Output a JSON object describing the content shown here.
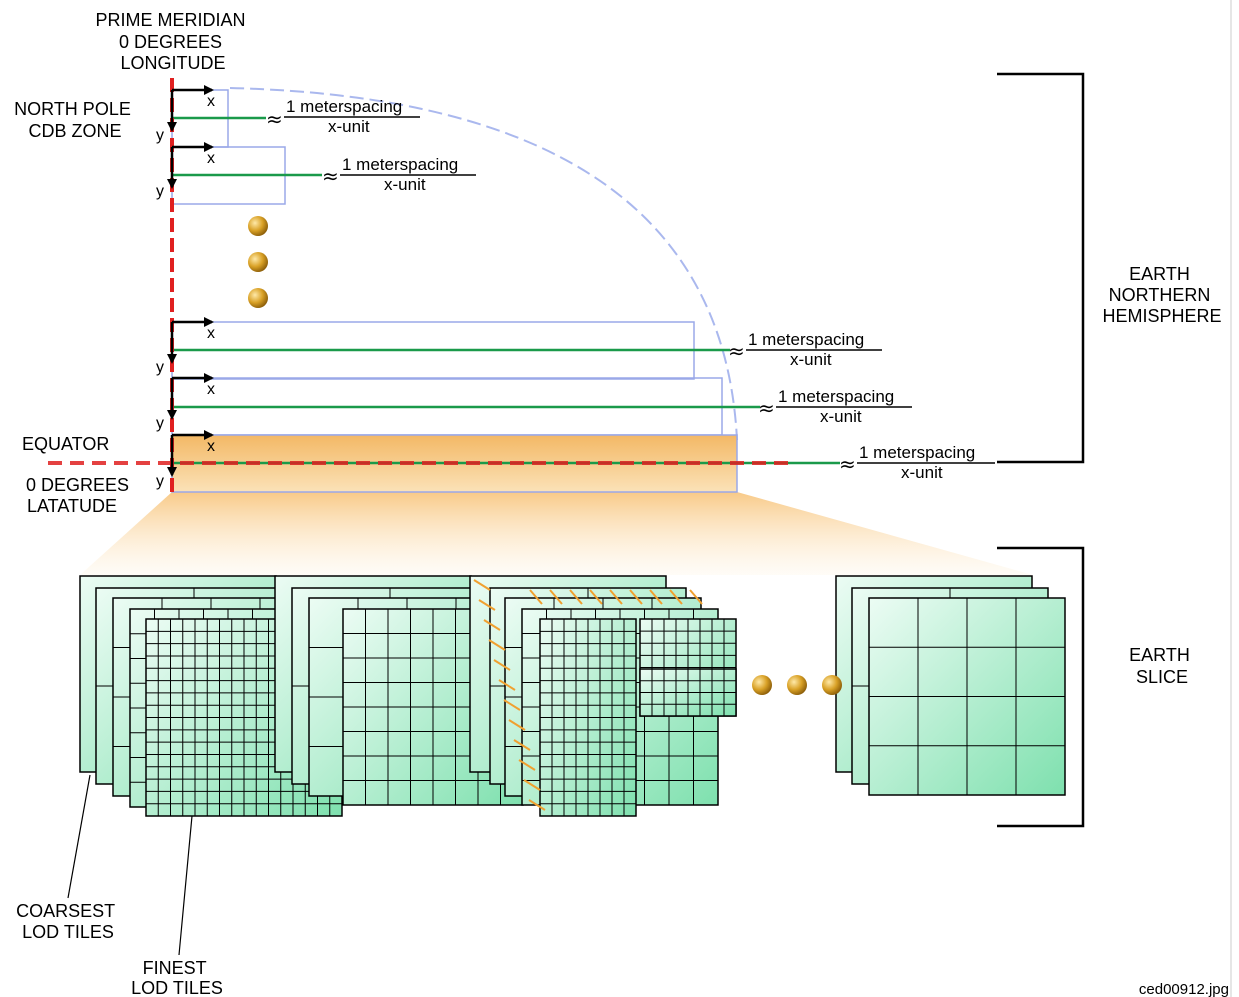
{
  "labels": {
    "prime_meridian": [
      "PRIME MERIDIAN",
      "0 DEGREES",
      "LONGITUDE"
    ],
    "north_pole": [
      "NORTH POLE",
      "CDB ZONE"
    ],
    "equator": "EQUATOR",
    "latitude": [
      "0 DEGREES",
      "LATATUDE"
    ],
    "hemisphere": [
      "EARTH",
      "NORTHERN",
      "HEMISPHERE"
    ],
    "slice": [
      "EARTH",
      "SLICE"
    ],
    "coarsest": [
      "COARSEST",
      "LOD TILES"
    ],
    "finest": [
      "FINEST",
      "LOD TILES"
    ],
    "filename": "ced00912.jpg"
  },
  "axes": {
    "x": "x",
    "y": "y"
  },
  "ratio": {
    "approx": "≈",
    "numerator": "1 meterspacing",
    "denominator": "x-unit"
  },
  "colors": {
    "meridian": "#e02020",
    "spacing_line": "#1a9a4a",
    "zone_box": "#9aa8e8",
    "arc": "#aab8ee",
    "bead": "#d8a020",
    "tile_fill_light": "#e8fbf1",
    "tile_fill_dark": "#7ee0ae",
    "slice_glow": "#f8c878"
  }
}
